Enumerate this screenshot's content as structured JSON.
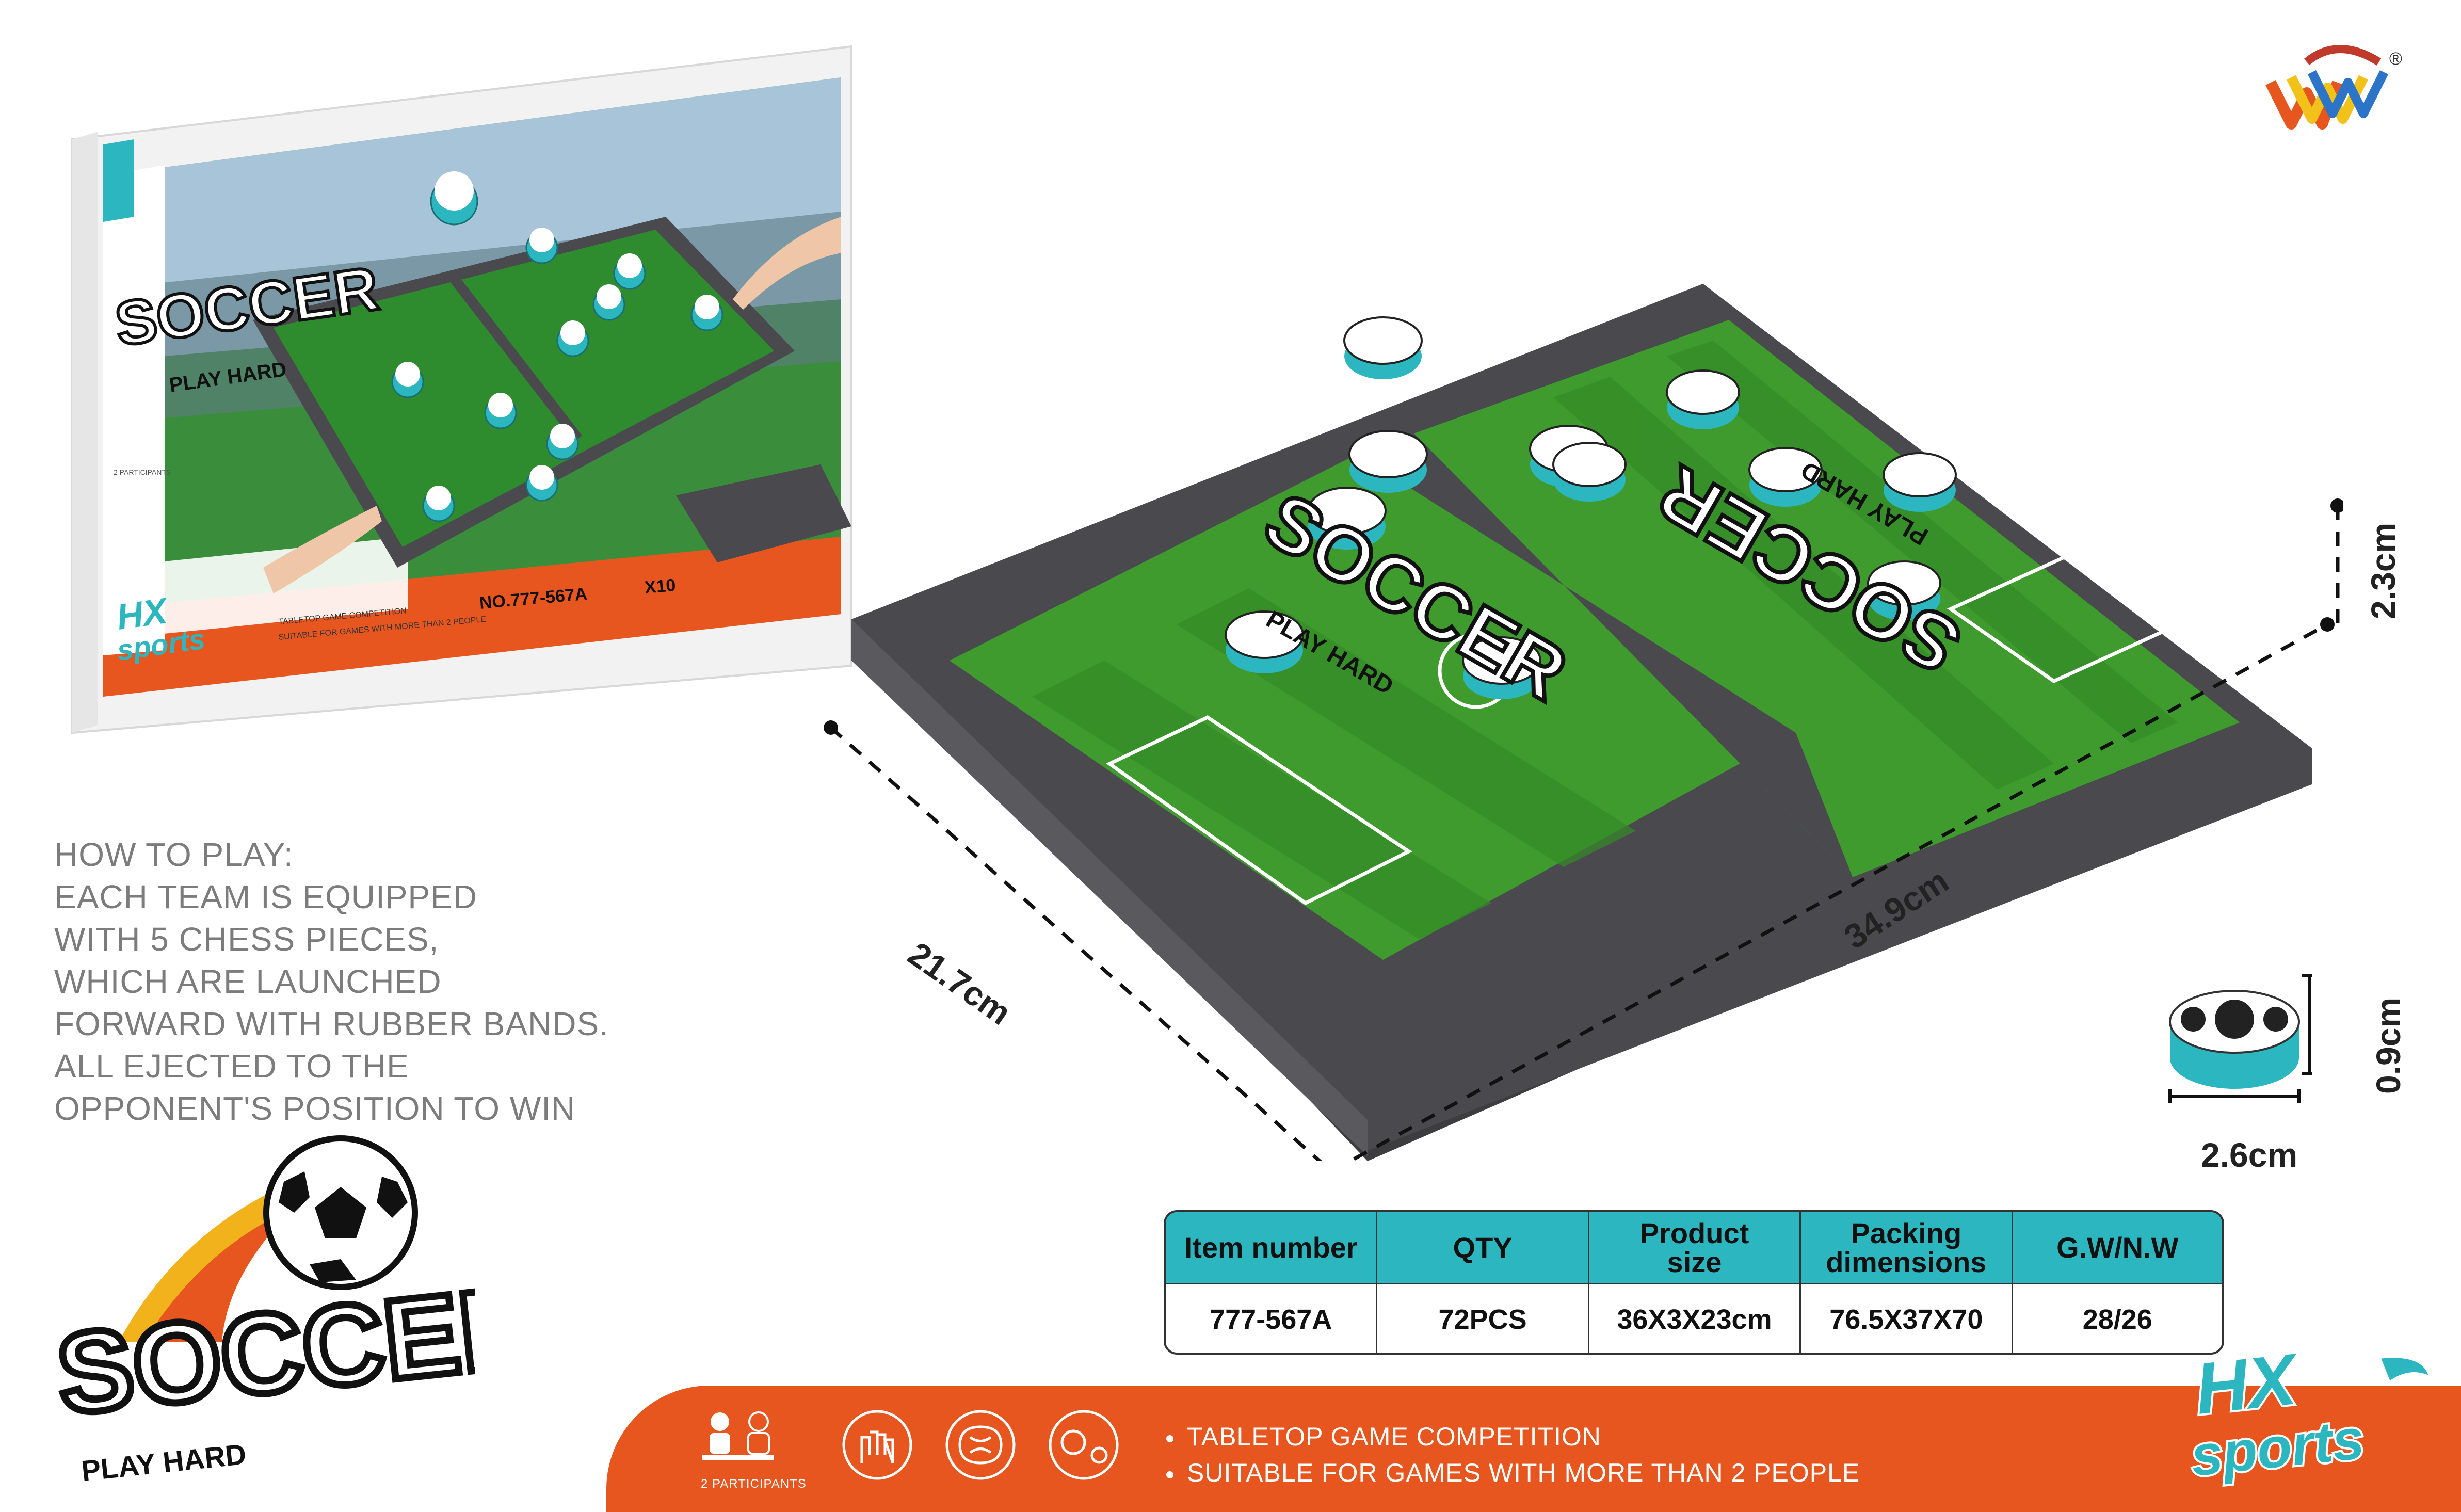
{
  "colors": {
    "teal": "#2cb6bf",
    "orange": "#e8561f",
    "field_green": "#3f9b2e",
    "frame_gray": "#4a4a4e",
    "text_gray": "#7c7c7c"
  },
  "brand": {
    "registered_mark": "®"
  },
  "box": {
    "title": "SOCCER",
    "subtitle": "PLAY HARD",
    "item_no": "NO.777-567A",
    "pieces": "X10",
    "participants": "2 PARTICIPANTS",
    "brand_line1": "HX",
    "brand_line2": "sports",
    "bullet1": "TABLETOP GAME COMPETITION",
    "bullet2": "SUITABLE FOR GAMES WITH MORE THAN 2 PEOPLE"
  },
  "board": {
    "title": "SOCCER",
    "subtitle": "PLAY HARD"
  },
  "how_to_play": {
    "lines": [
      "HOW TO PLAY:",
      "EACH TEAM IS EQUIPPED",
      "WITH 5 CHESS PIECES,",
      "WHICH ARE LAUNCHED",
      "FORWARD WITH RUBBER BANDS.",
      "ALL EJECTED TO THE",
      "OPPONENT'S POSITION TO WIN"
    ]
  },
  "dimensions": {
    "width": "21.7cm",
    "length": "34.9cm",
    "height": "2.3cm",
    "puck_height": "0.9cm",
    "puck_diameter": "2.6cm"
  },
  "logo": {
    "title": "SOCCER",
    "subtitle": "PLAY HARD"
  },
  "table": {
    "headers": [
      [
        "Item number"
      ],
      [
        "QTY"
      ],
      [
        "Product",
        "size"
      ],
      [
        "Packing",
        "dimensions"
      ],
      [
        "G.W/N.W"
      ]
    ],
    "row": [
      "777-567A",
      "72PCS",
      "36X3X23cm",
      "76.5X37X70",
      "28/26"
    ]
  },
  "strip": {
    "participants": "2 PARTICIPANTS",
    "features": [
      "TABLETOP GAME COMPETITION",
      "SUITABLE FOR GAMES WITH MORE THAN 2 PEOPLE"
    ]
  },
  "hx_logo": {
    "line1": "HX",
    "line2": "sports"
  }
}
